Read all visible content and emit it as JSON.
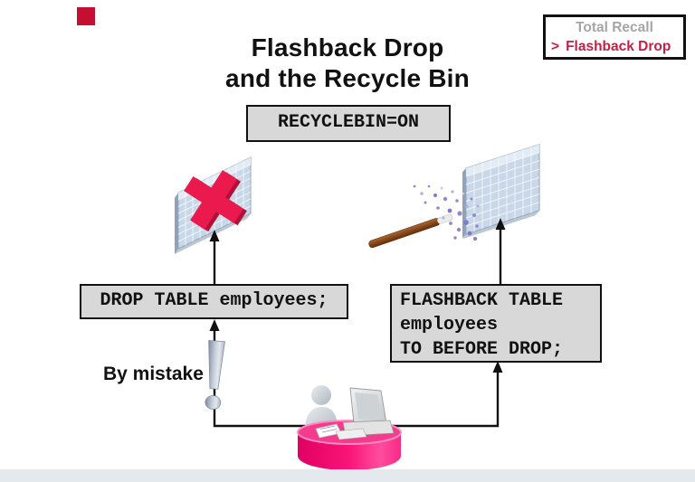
{
  "slide_title": {
    "line1": "Flashback Drop",
    "line2": "and the Recycle Bin"
  },
  "topic_box": {
    "previous": "Total Recall",
    "bullet": ">",
    "current": "Flashback Drop"
  },
  "code": {
    "recyclebin": "RECYCLEBIN=ON",
    "drop_table": "DROP TABLE employees;",
    "flashback_table": "FLASHBACK TABLE\nemployees\nTO BEFORE DROP;"
  },
  "labels": {
    "by_mistake": "By mistake"
  },
  "icons": {
    "brand-red-square-icon": "solid red square marker",
    "dropped-table-icon": "skewed spreadsheet grid",
    "red-x-icon": "thick red cross over dropped table",
    "restored-table-icon": "skewed spreadsheet grid",
    "magic-wand-icon": "brown wand with silver tip and sparkles",
    "exclamation-icon": "3D steel exclamation mark",
    "user-desk-icon": "person with computer on round pink recycle bin"
  },
  "colors": {
    "brand-red": "#c40f33",
    "crimson": "#c51f45",
    "x-red": "#ea1a4e",
    "x-red-dark": "#b31038",
    "accent-pink": "#fa1578",
    "accent-pink-dark": "#dd0062",
    "box-bg": "#d8d8d8",
    "box-border": "#111111",
    "grid-fill": "#c9d8e8",
    "grid-top": "#e3ecf5",
    "grid-edge": "#8fa2b8",
    "grid-line": "#f4f8fc",
    "muted-gray": "#a6a6a6",
    "wand-brown": "#8a4a1c",
    "sparkle": "#9387d2",
    "bottom-bar": "#e4e9ee",
    "line-black": "#111111"
  }
}
